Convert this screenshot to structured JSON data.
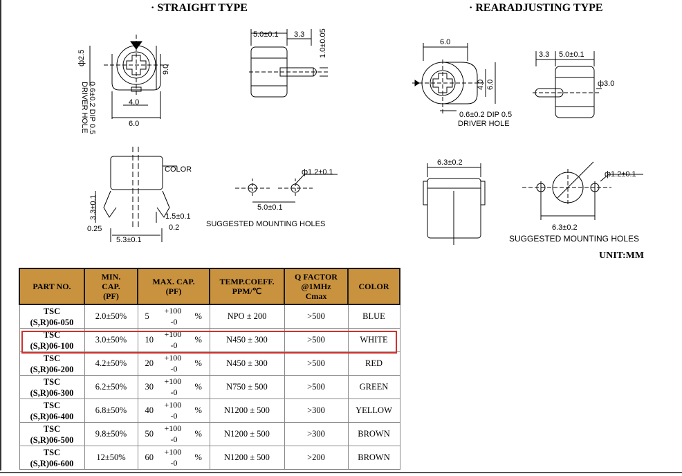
{
  "headings": {
    "straight": "·   STRAIGHT TYPE",
    "readjusting": "·   REARADJUSTING TYPE"
  },
  "drawings": {
    "straight_top": {
      "phi25": "ф2.5",
      "d90": "9.0",
      "d40": "4.0",
      "d60": "6.0",
      "driver_hole_a": "0.6±0.2 DIP 0.5",
      "driver_hole_b": "DRIVER HOLE"
    },
    "straight_side": {
      "d50": "5.0±0.1",
      "d33": "3.3",
      "d10": "1.0±0.05"
    },
    "straight_front": {
      "color": "COLOR",
      "d33": "3.3±0.1",
      "d025": "0.25",
      "d53": "5.3±0.1",
      "d15": "1.5±0.1",
      "d02": "0.2"
    },
    "straight_mount": {
      "phi12": "ф1.2±0.1",
      "d50": "5.0±0.1",
      "label": "SUGGESTED MOUNTING HOLES"
    },
    "readj_top": {
      "d60": "6.0",
      "d40": "4.0",
      "d60v": "6.0",
      "driver_a": "0.6±0.2 DIP 0.5",
      "driver_b": "DRIVER HOLE"
    },
    "readj_side": {
      "d33": "3.3",
      "d50": "5.0±0.1",
      "phi30": "ф3.0"
    },
    "readj_front": {
      "d63": "6.3±0.2"
    },
    "readj_mount": {
      "phi12": "ф1.2±0.1",
      "d63": "6.3±0.2",
      "label": "SUGGESTED MOUNTING HOLES"
    }
  },
  "unit": "UNIT:MM",
  "table": {
    "headers": {
      "part": "PART NO.",
      "min_cap_1": "MIN.",
      "min_cap_2": "CAP.",
      "min_cap_3": "(PF)",
      "max_cap_1": "MAX. CAP.",
      "max_cap_2": "(PF)",
      "temp_1": "TEMP.COEFF.",
      "temp_2": "PPM/℃",
      "q_1": "Q FACTOR",
      "q_2": "@1MHz",
      "q_3": "Cmax",
      "color": "COLOR"
    },
    "rows": [
      {
        "part_a": "TSC",
        "part_b": "(S,R)06-050",
        "min": "2.0±50%",
        "max": "5",
        "plus": "+100",
        "minus": "-0",
        "pct": "%",
        "temp": "NPO ± 200",
        "q": ">500",
        "color": "BLUE"
      },
      {
        "part_a": "TSC",
        "part_b": "(S,R)06-100",
        "min": "3.0±50%",
        "max": "10",
        "plus": "+100",
        "minus": "-0",
        "pct": "%",
        "temp": "N450 ± 300",
        "q": ">500",
        "color": "WHITE"
      },
      {
        "part_a": "TSC",
        "part_b": "(S,R)06-200",
        "min": "4.2±50%",
        "max": "20",
        "plus": "+100",
        "minus": "-0",
        "pct": "%",
        "temp": "N450 ± 300",
        "q": ">500",
        "color": "RED"
      },
      {
        "part_a": "TSC",
        "part_b": "(S,R)06-300",
        "min": "6.2±50%",
        "max": "30",
        "plus": "+100",
        "minus": "-0",
        "pct": "%",
        "temp": "N750 ± 500",
        "q": ">500",
        "color": "GREEN"
      },
      {
        "part_a": "TSC",
        "part_b": "(S,R)06-400",
        "min": "6.8±50%",
        "max": "40",
        "plus": "+100",
        "minus": "-0",
        "pct": "%",
        "temp": "N1200 ± 500",
        "q": ">300",
        "color": "YELLOW"
      },
      {
        "part_a": "TSC",
        "part_b": "(S,R)06-500",
        "min": "9.8±50%",
        "max": "50",
        "plus": "+100",
        "minus": "-0",
        "pct": "%",
        "temp": "N1200 ± 500",
        "q": ">300",
        "color": "BROWN"
      },
      {
        "part_a": "TSC",
        "part_b": "(S,R)06-600",
        "min": "12±50%",
        "max": "60",
        "plus": "+100",
        "minus": "-0",
        "pct": "%",
        "temp": "N1200 ± 500",
        "q": ">200",
        "color": "BROWN"
      }
    ]
  },
  "colors": {
    "header_bg": "#c9923f",
    "highlight": "#d0312d"
  }
}
